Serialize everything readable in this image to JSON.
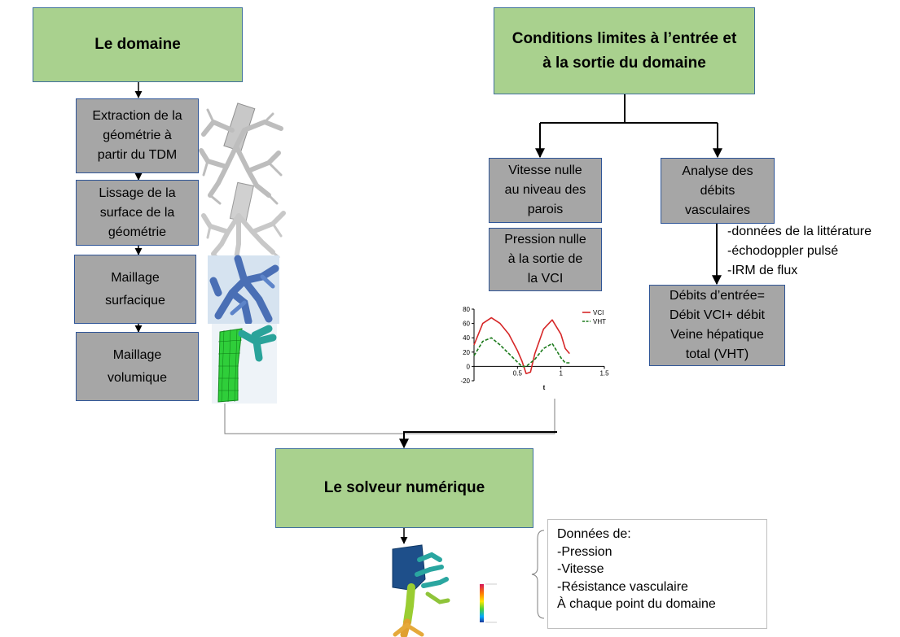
{
  "boxes": {
    "domaine": "Le domaine",
    "conditions": "Conditions limites à l’entrée et\nà la sortie du domaine",
    "extraction": "Extraction de la\ngéométrie à\npartir du TDM",
    "lissage": "Lissage de la\nsurface de la\ngéométrie",
    "maillage_surf": "Maillage\nsurfacique",
    "maillage_vol": "Maillage\nvolumique",
    "vitesse": "Vitesse nulle\nau niveau des\nparois",
    "pression": "Pression nulle\nà la sortie de\nla VCI",
    "analyse": "Analyse des\ndébits\nvasculaires",
    "debits": "Débits d’entrée=\nDébit VCI+ débit\nVeine hépatique\ntotal (VHT)",
    "solveur": "Le solveur numérique"
  },
  "sources": [
    "-données de la littérature",
    "-échodoppler pulsé",
    "-IRM de flux"
  ],
  "results": [
    "Données de:",
    "-Pression",
    "-Vitesse",
    "-Résistance vasculaire",
    "À chaque point du domaine"
  ],
  "colors": {
    "box_green": "#a9d18e",
    "box_grey": "#a6a6a6",
    "box_border": "#2f5597",
    "vci_line": "#d62728",
    "vht_line": "#1b7a1b"
  },
  "chart_data": {
    "type": "line",
    "xlabel": "t",
    "ylabel": "",
    "xlim": [
      0,
      1.5
    ],
    "ylim": [
      -20,
      80
    ],
    "x_ticks": [
      "0",
      "0.5",
      "1",
      "1.5"
    ],
    "y_ticks": [
      "-20",
      "0",
      "20",
      "40",
      "60",
      "80"
    ],
    "legend_position": "top-right",
    "series": [
      {
        "name": "VCI",
        "color": "#d62728",
        "x": [
          0,
          0.1,
          0.2,
          0.3,
          0.4,
          0.5,
          0.55,
          0.6,
          0.65,
          0.7,
          0.8,
          0.9,
          1.0,
          1.05,
          1.1
        ],
        "y": [
          30,
          60,
          68,
          60,
          45,
          22,
          8,
          -10,
          -8,
          18,
          52,
          65,
          45,
          25,
          18
        ]
      },
      {
        "name": "VHT",
        "color": "#1b7a1b",
        "x": [
          0,
          0.1,
          0.2,
          0.3,
          0.4,
          0.5,
          0.55,
          0.6,
          0.7,
          0.8,
          0.9,
          1.0,
          1.05,
          1.1
        ],
        "y": [
          15,
          35,
          40,
          30,
          18,
          6,
          0,
          0,
          10,
          25,
          32,
          12,
          5,
          5
        ]
      }
    ]
  }
}
